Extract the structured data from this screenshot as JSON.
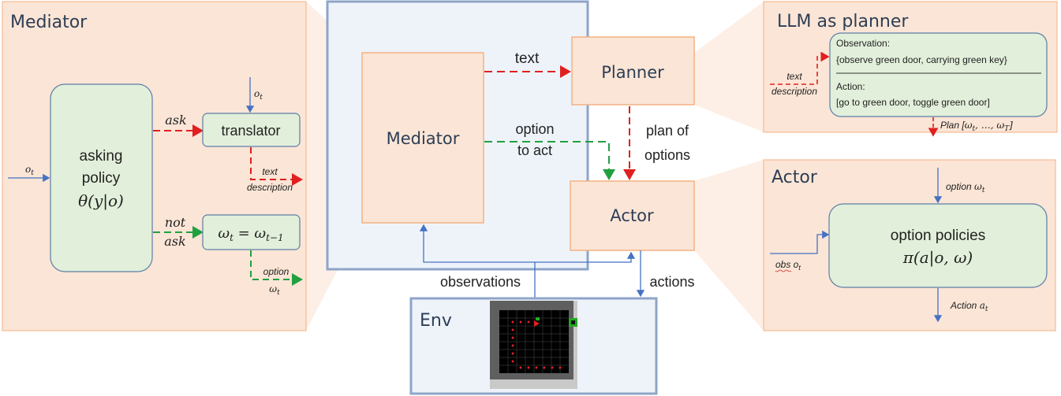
{
  "mediator_panel": {
    "title": "Mediator",
    "input_label": "o_t",
    "policy_lines": [
      "asking",
      "policy",
      "θ(y|o)"
    ],
    "translator_input": "o_t",
    "ask_label": "ask",
    "translator_label": "translator",
    "text_output": [
      "text",
      "description"
    ],
    "not_ask_lines": [
      "not",
      "ask"
    ],
    "omega_box": "ω_t = ω_{t−1}",
    "option_output": [
      "option",
      "ω_t"
    ]
  },
  "center": {
    "mediator": "Mediator",
    "planner": "Planner",
    "actor": "Actor",
    "text_arrow": "text",
    "option_to_act": [
      "option",
      "to act"
    ],
    "plan_of_options": [
      "plan of",
      "options"
    ],
    "observations": "observations",
    "actions": "actions",
    "env": "Env"
  },
  "llm_panel": {
    "title": "LLM as planner",
    "input": [
      "text",
      "description"
    ],
    "observation_title": "Observation:",
    "observation_text": "{observe green door, carrying green key}",
    "action_title": "Action:",
    "action_text": "[go to green door, toggle green door]",
    "plan_output": "Plan [ω_t, …, ω_T]"
  },
  "actor_panel": {
    "title": "Actor",
    "option_input": "option ω_t",
    "obs_input": "obs o_t",
    "box_lines": [
      "option policies",
      "π(a|o, ω)"
    ],
    "action_output": "Action a_t"
  },
  "colors": {
    "panel_fill": "#fbe5d6",
    "panel_border": "#f4b183",
    "center_fill": "#eef3fa",
    "center_border": "#8ea5c8",
    "green_box": "#e2efda",
    "green_box_border": "#5b7ea6",
    "orange_border": "#f4b183",
    "red_arrow": "#e02020",
    "green_arrow": "#21a040",
    "blue_arrow": "#4472c4"
  }
}
